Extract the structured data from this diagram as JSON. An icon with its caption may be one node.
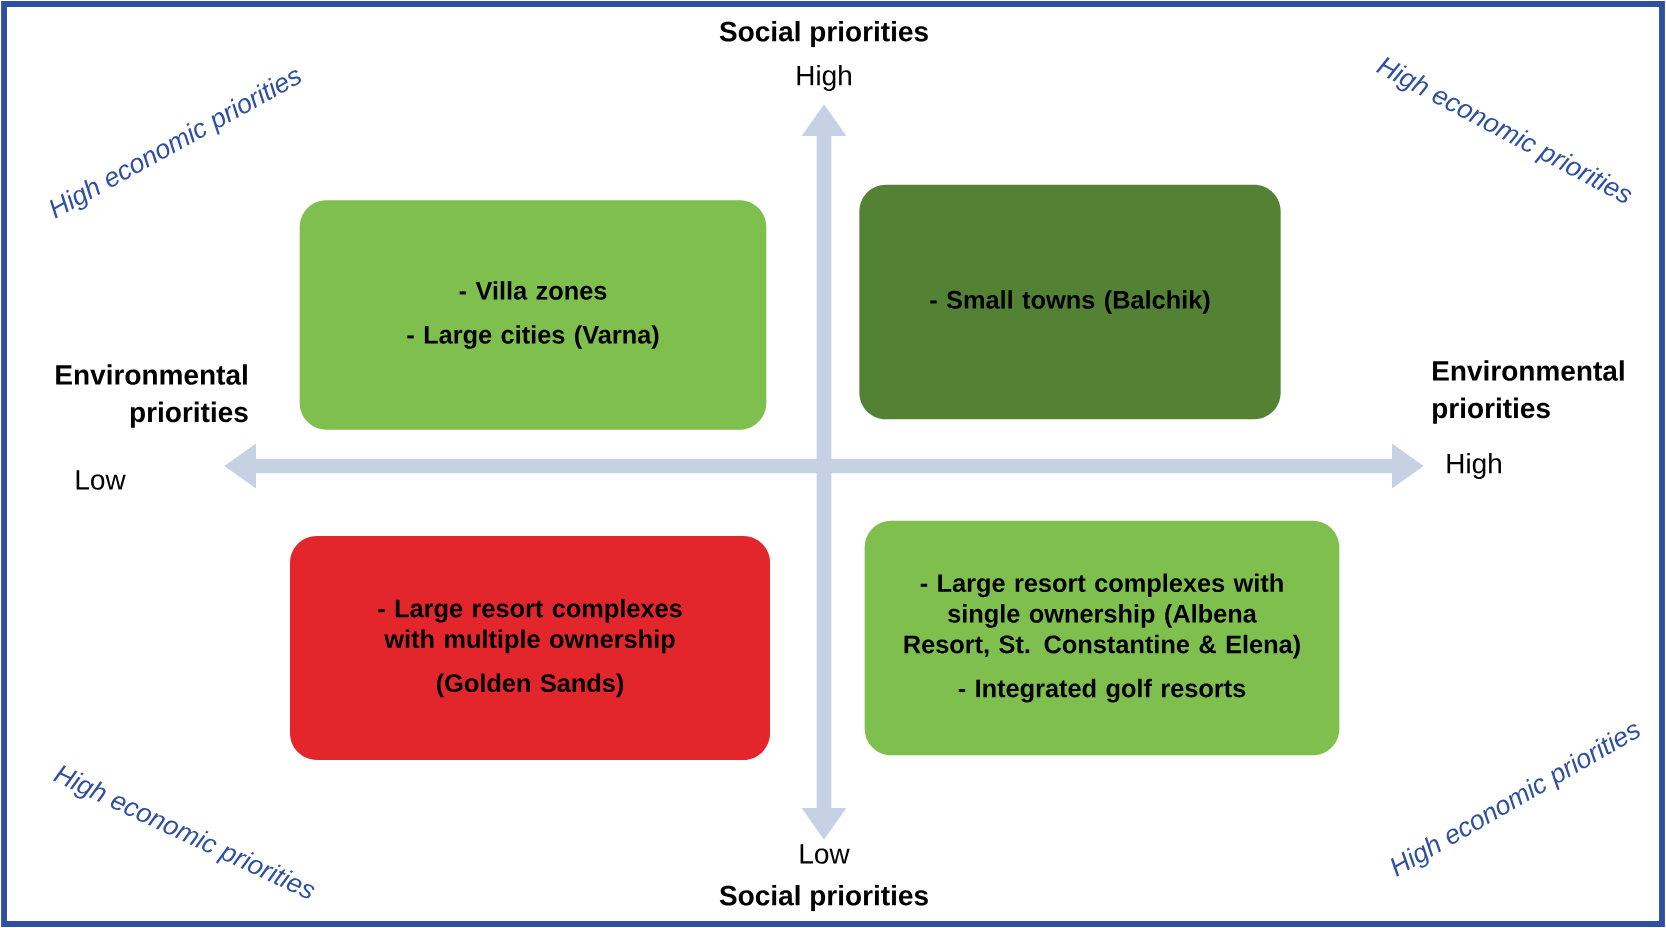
{
  "diagram": {
    "nodes": [
      {
        "text": [
          "- Villa zones",
          "- Large cities (Varna)"
        ]
      },
      {
        "text": [
          "- Small towns (Balchik)"
        ]
      },
      {
        "text": [
          "- Large resort complexes with multiple ownership",
          "(Golden Sands)"
        ]
      },
      {
        "text": [
          "- Large resort complexes with single ownership (Albena Resort, St. Constantine & Elena)",
          "- Integrated golf resorts"
        ]
      }
    ],
    "labels": [
      "High economic priorities",
      "Social priorities",
      "High",
      "High economic priorities",
      "Environmental priorities",
      "Environmental priorities",
      "Low",
      "High",
      "Low",
      "High economic priorities",
      "Social priorities",
      "High economic priorities"
    ]
  }
}
